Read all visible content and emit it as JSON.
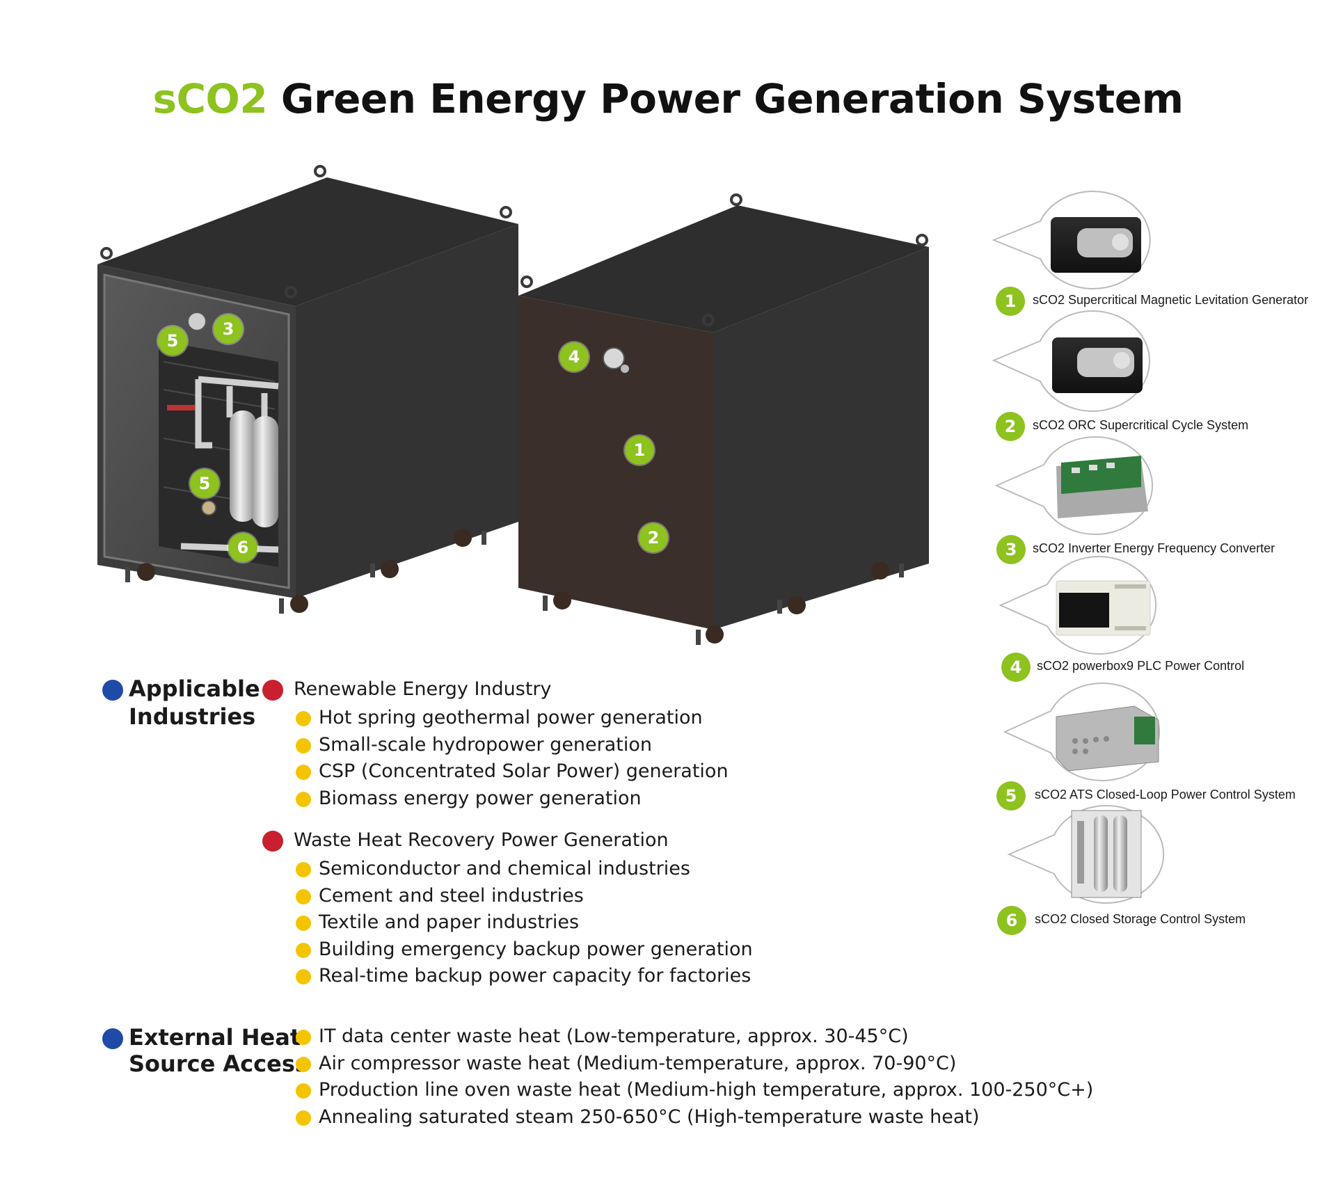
{
  "title": {
    "accent": "sCO2",
    "rest": "Green Energy Power Generation System"
  },
  "markers": {
    "left_unit": [
      "5",
      "3",
      "5",
      "6"
    ],
    "right_unit": [
      "4",
      "1",
      "2"
    ]
  },
  "components": [
    {
      "num": "1",
      "label": "sCO2 Supercritical Magnetic Levitation Generator"
    },
    {
      "num": "2",
      "label": "sCO2 ORC Supercritical Cycle System"
    },
    {
      "num": "3",
      "label": "sCO2 Inverter Energy Frequency Converter"
    },
    {
      "num": "4",
      "label": "sCO2 powerbox9 PLC Power Control"
    },
    {
      "num": "5",
      "label": "sCO2 ATS Closed-Loop Power Control System"
    },
    {
      "num": "6",
      "label": "sCO2 Closed Storage Control System"
    }
  ],
  "applicable": {
    "heading_line1": "Applicable",
    "heading_line2": "Industries",
    "categories": [
      {
        "name": "Renewable Energy Industry",
        "items": [
          "Hot spring geothermal power generation",
          "Small-scale hydropower generation",
          "CSP (Concentrated Solar Power) generation",
          "Biomass energy power generation"
        ]
      },
      {
        "name": "Waste Heat Recovery Power Generation",
        "items": [
          "Semiconductor and chemical industries",
          "Cement and steel industries",
          "Textile and paper industries",
          "Building emergency backup power generation",
          "Real-time backup power capacity for factories"
        ]
      }
    ]
  },
  "external": {
    "heading_line1": "External Heat",
    "heading_line2": "Source Access",
    "items": [
      "IT data center waste heat (Low-temperature, approx. 30-45°C)",
      "Air compressor waste heat (Medium-temperature, approx. 70-90°C)",
      "Production line oven waste heat (Medium-high temperature, approx. 100-250°C+)",
      "Annealing saturated steam 250-650°C (High-temperature waste heat)"
    ]
  },
  "colors": {
    "accent_green": "#8dc21f",
    "bullet_blue": "#1f4aa8",
    "bullet_red": "#c8202f",
    "bullet_yellow": "#f5c400"
  }
}
